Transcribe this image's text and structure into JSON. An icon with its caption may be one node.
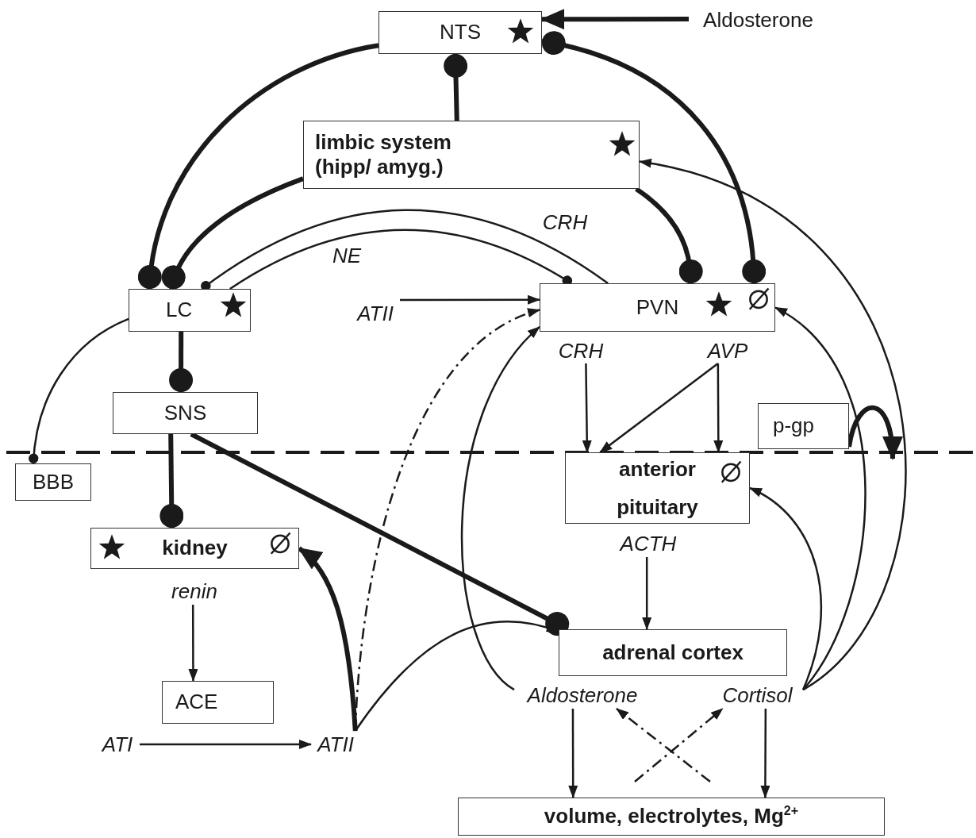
{
  "diagram": {
    "nodes": [
      {
        "text": [
          "NTS"
        ]
      },
      {
        "text": [
          "Aldosterone"
        ]
      },
      {
        "text": [
          "limbic system (hipp/ amyg.)"
        ]
      },
      {
        "text": [
          "LC"
        ]
      },
      {
        "text": [
          "ATII"
        ]
      },
      {
        "text": [
          "PVN"
        ]
      },
      {
        "text": [
          "CRH"
        ]
      },
      {
        "text": [
          "AVP"
        ]
      },
      {
        "text": [
          "SNS"
        ]
      },
      {
        "text": [
          "p-gp"
        ]
      },
      {
        "text": [
          "BBB"
        ]
      },
      {
        "text": [
          "anterior pituitary"
        ]
      },
      {
        "text": [
          "kidney"
        ]
      },
      {
        "text": [
          "renin"
        ]
      },
      {
        "text": [
          "ACTH"
        ]
      },
      {
        "text": [
          "adrenal cortex"
        ]
      },
      {
        "text": [
          "ACE"
        ]
      },
      {
        "text": [
          "ATI"
        ]
      },
      {
        "text": [
          "ATII"
        ]
      },
      {
        "text": [
          "Aldosterone"
        ]
      },
      {
        "text": [
          "Cortisol"
        ]
      },
      {
        "text": [
          "volume,  electrolytes, Mg$^{2+}$"
        ]
      }
    ],
    "edges": [
      {
        "from": 1,
        "to": 0,
        "arrow": "to",
        "style": "thick"
      },
      {
        "from": 0,
        "to": 3,
        "arrow": "other",
        "style": "thick"
      },
      {
        "from": 2,
        "to": 3,
        "arrow": "other",
        "style": "thick"
      },
      {
        "from": 0,
        "to": 5,
        "arrow": "other",
        "style": "thick"
      },
      {
        "from": 2,
        "to": 0,
        "arrow": "other",
        "style": "thick"
      },
      {
        "from": 2,
        "to": 5,
        "arrow": "other",
        "style": "thick"
      },
      {
        "from": 5,
        "to": 3,
        "arrow": "other",
        "label": "CRH"
      },
      {
        "from": 3,
        "to": 5,
        "arrow": "other",
        "label": "NE"
      },
      {
        "from": 4,
        "to": 5,
        "arrow": "to"
      },
      {
        "from": 3,
        "to": 8,
        "arrow": "other",
        "style": "thick"
      },
      {
        "from": 3,
        "to": 10,
        "arrow": "other"
      },
      {
        "from": 8,
        "to": 12,
        "arrow": "other",
        "style": "thick"
      },
      {
        "from": 8,
        "to": 15,
        "arrow": "other",
        "style": "thick"
      },
      {
        "from": 6,
        "to": 11,
        "arrow": "to"
      },
      {
        "from": 7,
        "to": 11,
        "arrow": "to"
      },
      {
        "from": 7,
        "to": 11,
        "arrow": "to"
      },
      {
        "from": 13,
        "to": 16,
        "arrow": "to"
      },
      {
        "from": 17,
        "to": 18,
        "arrow": "to"
      },
      {
        "from": 18,
        "to": 12,
        "arrow": "to",
        "style": "thick"
      },
      {
        "from": 18,
        "to": 5,
        "arrow": "to",
        "style": "dashed"
      },
      {
        "from": 18,
        "to": 15,
        "arrow": "to"
      },
      {
        "from": 14,
        "to": 15,
        "arrow": "to"
      },
      {
        "from": 19,
        "to": 5,
        "arrow": "to"
      },
      {
        "from": 20,
        "to": 11,
        "arrow": "to"
      },
      {
        "from": 20,
        "to": 5,
        "arrow": "to"
      },
      {
        "from": 20,
        "to": 2,
        "arrow": "to"
      },
      {
        "from": 19,
        "to": 21,
        "arrow": "to"
      },
      {
        "from": 20,
        "to": 21,
        "arrow": "to"
      },
      {
        "from": null,
        "to": 20,
        "arrow": "to",
        "style": "dashed"
      },
      {
        "from": null,
        "to": 19,
        "arrow": "to",
        "style": "dashed"
      },
      {
        "from": 9,
        "to": null,
        "arrow": "to",
        "style": "thick"
      }
    ]
  }
}
